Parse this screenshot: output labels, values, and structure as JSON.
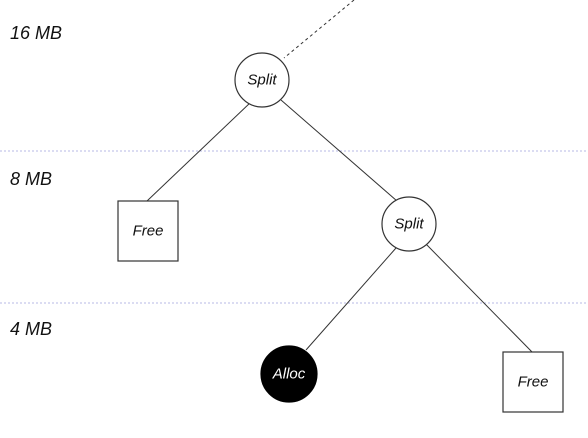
{
  "levels": [
    {
      "label": "16 MB"
    },
    {
      "label": "8 MB"
    },
    {
      "label": "4 MB"
    }
  ],
  "nodes": {
    "split_root": {
      "label": "Split",
      "shape": "circle"
    },
    "free_8mb": {
      "label": "Free",
      "shape": "square"
    },
    "split_8mb": {
      "label": "Split",
      "shape": "circle"
    },
    "alloc_4mb": {
      "label": "Alloc",
      "shape": "circle",
      "filled": true
    },
    "free_4mb": {
      "label": "Free",
      "shape": "square"
    }
  },
  "edges": [
    {
      "from": "parent",
      "to": "split_root",
      "style": "dashed"
    },
    {
      "from": "split_root",
      "to": "free_8mb",
      "style": "solid"
    },
    {
      "from": "split_root",
      "to": "split_8mb",
      "style": "solid"
    },
    {
      "from": "split_8mb",
      "to": "alloc_4mb",
      "style": "solid"
    },
    {
      "from": "split_8mb",
      "to": "free_4mb",
      "style": "solid"
    }
  ],
  "colors": {
    "level_line": "#b7b9e6",
    "alloc_fill": "#000000"
  }
}
